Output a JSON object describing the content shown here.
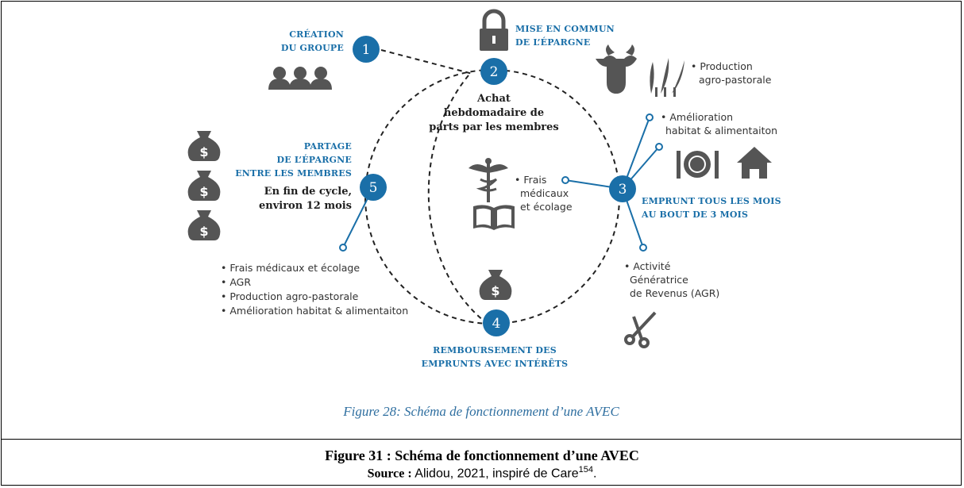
{
  "steps": {
    "s1": {
      "number": "1",
      "title_line1": "CRÉATION",
      "title_line2": "DU GROUPE"
    },
    "s2": {
      "number": "2",
      "title_line1": "MISE EN COMMUN",
      "title_line2": "DE L’ÉPARGNE",
      "desc_line1": "Achat",
      "desc_line2": "hebdomadaire de",
      "desc_line3": "parts par les membres"
    },
    "s3": {
      "number": "3",
      "title_line1": "EMPRUNT TOUS LES MOIS",
      "title_line2": "AU BOUT DE 3 MOIS"
    },
    "s4": {
      "number": "4",
      "title_line1": "REMBOURSEMENT DES",
      "title_line2": "EMPRUNTS AVEC INTÉRÊTS"
    },
    "s5": {
      "number": "5",
      "title_line1": "PARTAGE",
      "title_line2": "DE L’ÉPARGNE",
      "title_line3": "ENTRE LES MEMBRES",
      "desc_line1": "En fin de cycle,",
      "desc_line2": "environ 12 mois"
    }
  },
  "uses": {
    "production": {
      "line1": "• Production",
      "line2": "agro-pastorale"
    },
    "habitat": {
      "line1": "• Amélioration",
      "line2": "habitat & alimentaiton"
    },
    "frais": {
      "line1": "• Frais",
      "line2": "médicaux",
      "line3": "et écolage"
    },
    "agr": {
      "line1": "• Activité",
      "line2": "Génératrice",
      "line3": "de Revenus (AGR)"
    },
    "partage_list": [
      "• Frais médicaux et écolage",
      "• AGR",
      "• Production agro-pastorale",
      "• Amélioration habitat & alimentaiton"
    ]
  },
  "inner_caption": "Figure 28: Schéma de fonctionnement d’une AVEC",
  "figure_title": "Figure 31 : Schéma de fonctionnement d’une AVEC",
  "source_label": "Source :",
  "source_text": " Alidou, 2021, inspiré de Care",
  "source_sup": "154",
  "source_end": ".",
  "colors": {
    "accent": "#1a6fa8",
    "icon": "#555555",
    "dash": "#222222"
  },
  "icons": [
    "people-icon",
    "padlock-icon",
    "cow-icon",
    "wheat-icon",
    "plate-icon",
    "house-icon",
    "caduceus-icon",
    "book-icon",
    "money-bag-icon",
    "scissors-icon"
  ]
}
